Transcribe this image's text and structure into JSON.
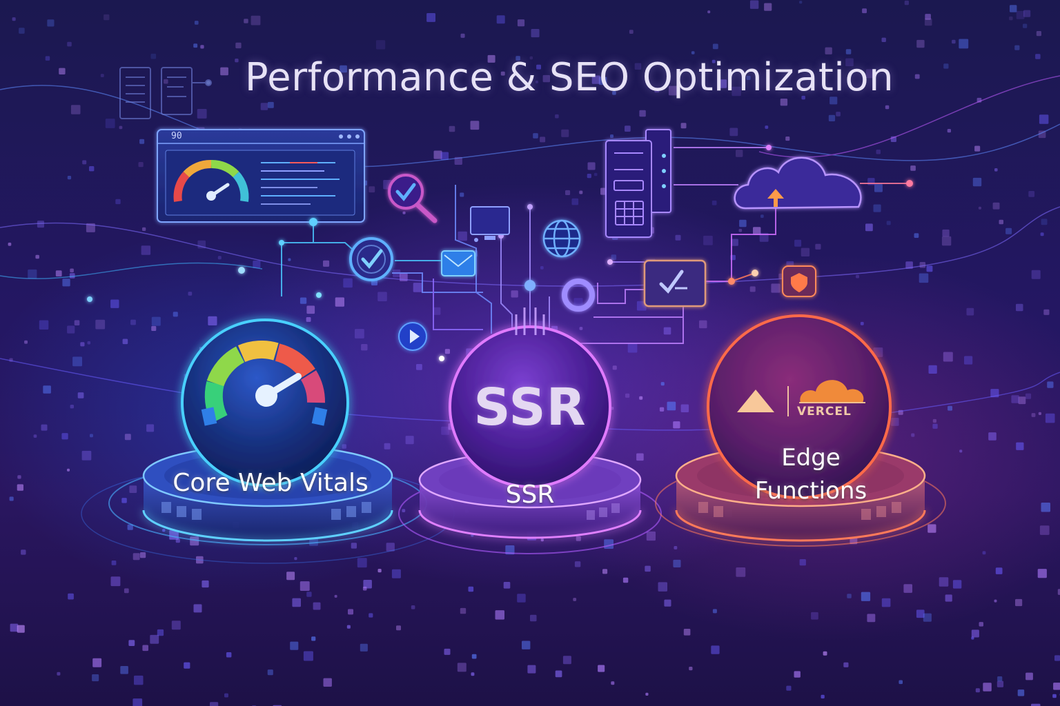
{
  "title": "Performance & SEO Optimization",
  "dashboard": {
    "score_label": "90"
  },
  "pillars": [
    {
      "name": "Core Web Vitals",
      "icon": "speedometer-gauge-icon",
      "accent": "#3c8cff"
    },
    {
      "name": "SSR",
      "sphere_text": "SSR",
      "accent": "#b45cff"
    },
    {
      "name": "Edge\nFunctions",
      "logo_icons": [
        "triangle-logo-icon",
        "cloud-logo-icon"
      ],
      "logo_text": "VERCEL",
      "accent": "#ff6a4a"
    }
  ],
  "icons": [
    "dashboard-window-icon",
    "search-check-icon",
    "checkmark-circle-icon",
    "monitor-icon",
    "globe-icon",
    "email-icon",
    "server-rack-icon",
    "cloud-upload-icon",
    "check-window-icon",
    "shield-icon",
    "ring-node-icon",
    "play-circle-icon"
  ],
  "colors": {
    "background": "#241763",
    "cyan_glow": "#5fd0ff",
    "purple_glow": "#b45cff",
    "orange_glow": "#ff7a4a"
  }
}
